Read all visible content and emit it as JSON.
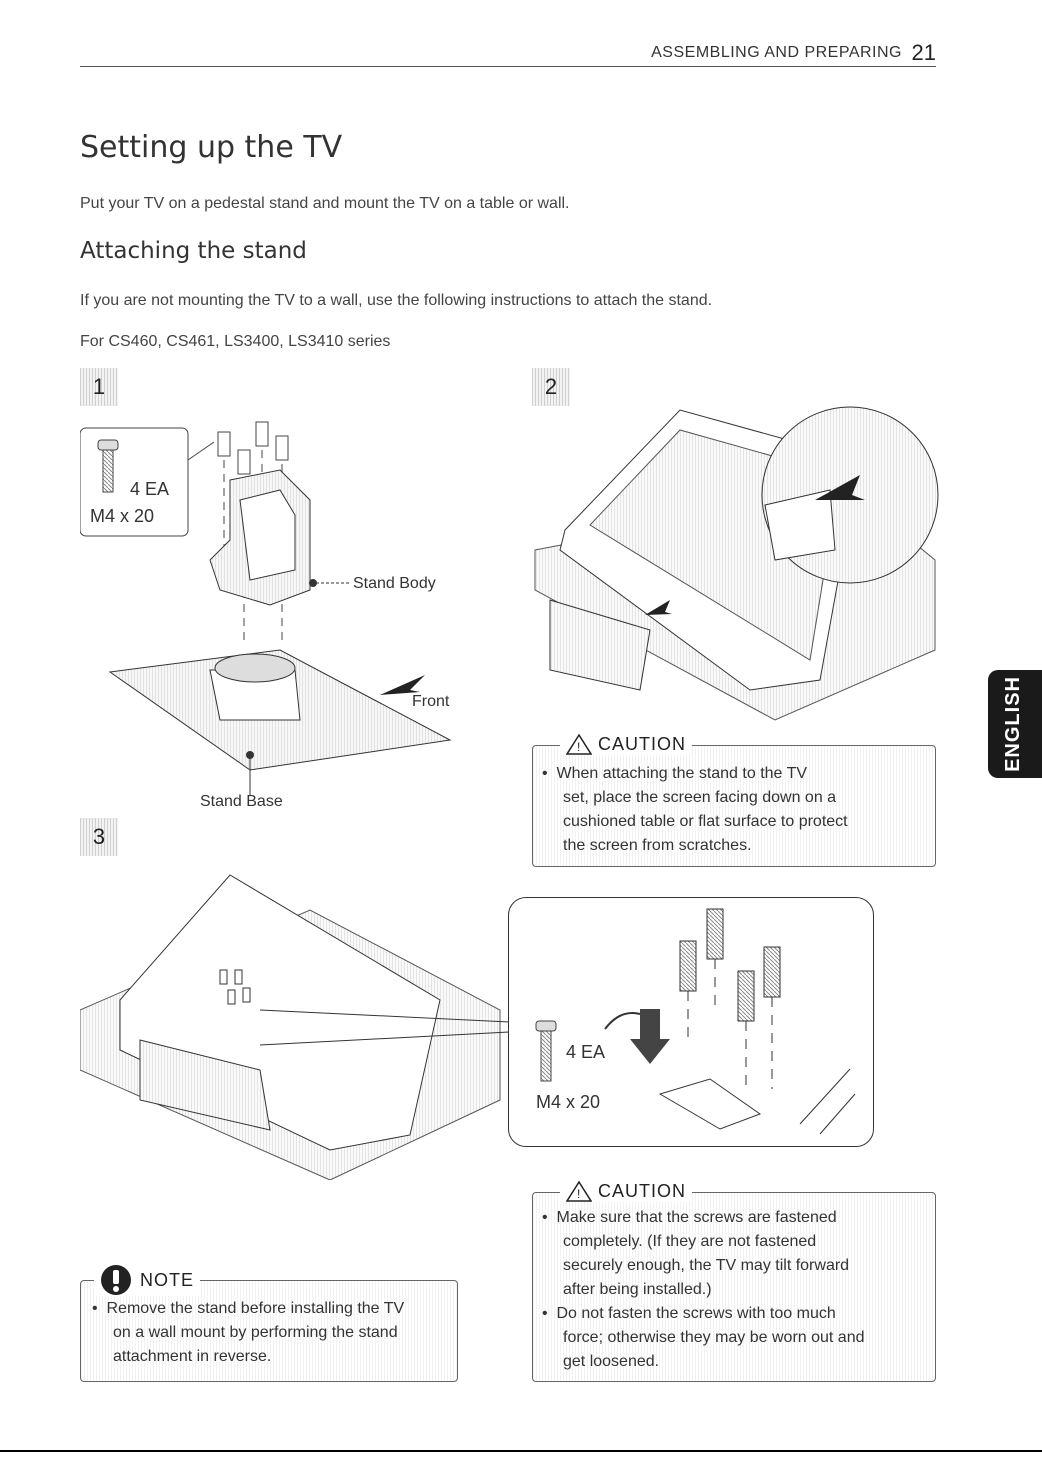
{
  "header": {
    "section": "ASSEMBLING AND PREPARING",
    "page_number": "21"
  },
  "title": "Setting up the TV",
  "intro": "Put your TV on a pedestal stand and mount the TV on a table or wall.",
  "subtitle": "Attaching the stand",
  "para1": "If you are not mounting the TV to a wall, use the following instructions to attach the stand.",
  "para2": "For CS460, CS461, LS3400, LS3410 series",
  "steps": [
    "1",
    "2",
    "3"
  ],
  "step1": {
    "screw_qty": "4 EA",
    "screw_size": "M4 x 20",
    "stand_body": "Stand Body",
    "front": "Front",
    "stand_base": "Stand Base"
  },
  "step3": {
    "screw_qty": "4 EA",
    "screw_size": "M4 x 20"
  },
  "caution1": {
    "title": "CAUTION",
    "lines": [
      "When attaching the stand to the TV",
      "set, place the screen facing down on a",
      "cushioned table or flat surface to protect",
      "the screen from scratches."
    ]
  },
  "caution2": {
    "title": "CAUTION",
    "bullet1": [
      "Make sure that the screws are fastened",
      "completely. (If they are not fastened",
      "securely enough, the TV may tilt forward",
      "after being installed.)"
    ],
    "bullet2": [
      "Do not fasten the screws with too much",
      "force; otherwise they may be worn out and",
      "get loosened."
    ]
  },
  "note": {
    "title": "NOTE",
    "lines": [
      "Remove the stand before installing the TV",
      "on a wall mount by performing the stand",
      "attachment in reverse."
    ]
  },
  "side_tab": "ENGLISH"
}
